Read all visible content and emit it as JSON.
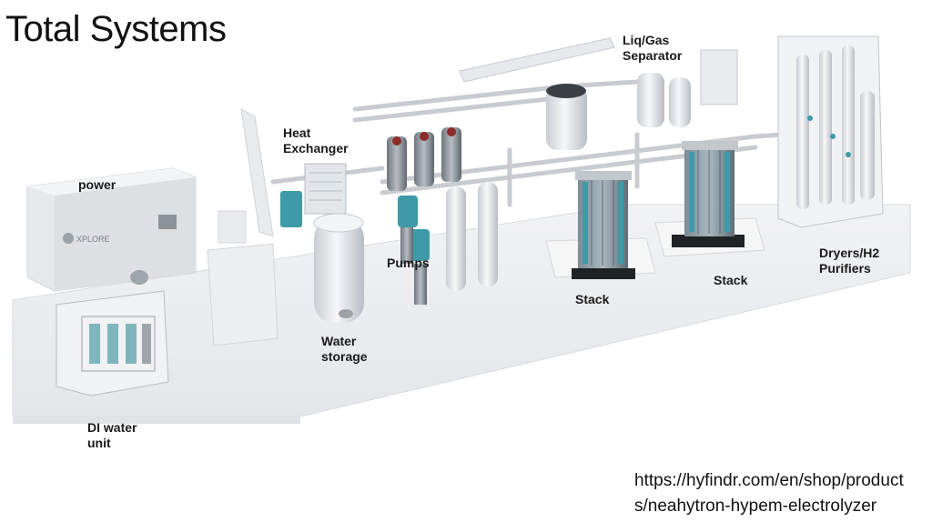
{
  "title": "Total Systems",
  "labels": {
    "power": "power",
    "heat_exchanger": [
      "Heat",
      "Exchanger"
    ],
    "liq_gas_separator": [
      "Liq/Gas",
      "Separator"
    ],
    "pumps": "Pumps",
    "water_storage": [
      "Water",
      "storage"
    ],
    "di_water_unit": [
      "DI water",
      "unit"
    ],
    "stack_1": "Stack",
    "stack_2": "Stack",
    "dryers_purifiers": [
      "Dryers/H2",
      "Purifiers"
    ]
  },
  "source": [
    "https://hyfindr.com/en/shop/product",
    "s/neahytron-hypem-electrolyzer"
  ],
  "image_text": {
    "brand_on_power_unit": "XPLORE"
  },
  "colors": {
    "platform": "#eeeff1",
    "equipment": "#e2e4e7",
    "stack_core": "#4b5e6a",
    "accent_teal": "#3d9aa6",
    "steel": "#8e969d"
  }
}
